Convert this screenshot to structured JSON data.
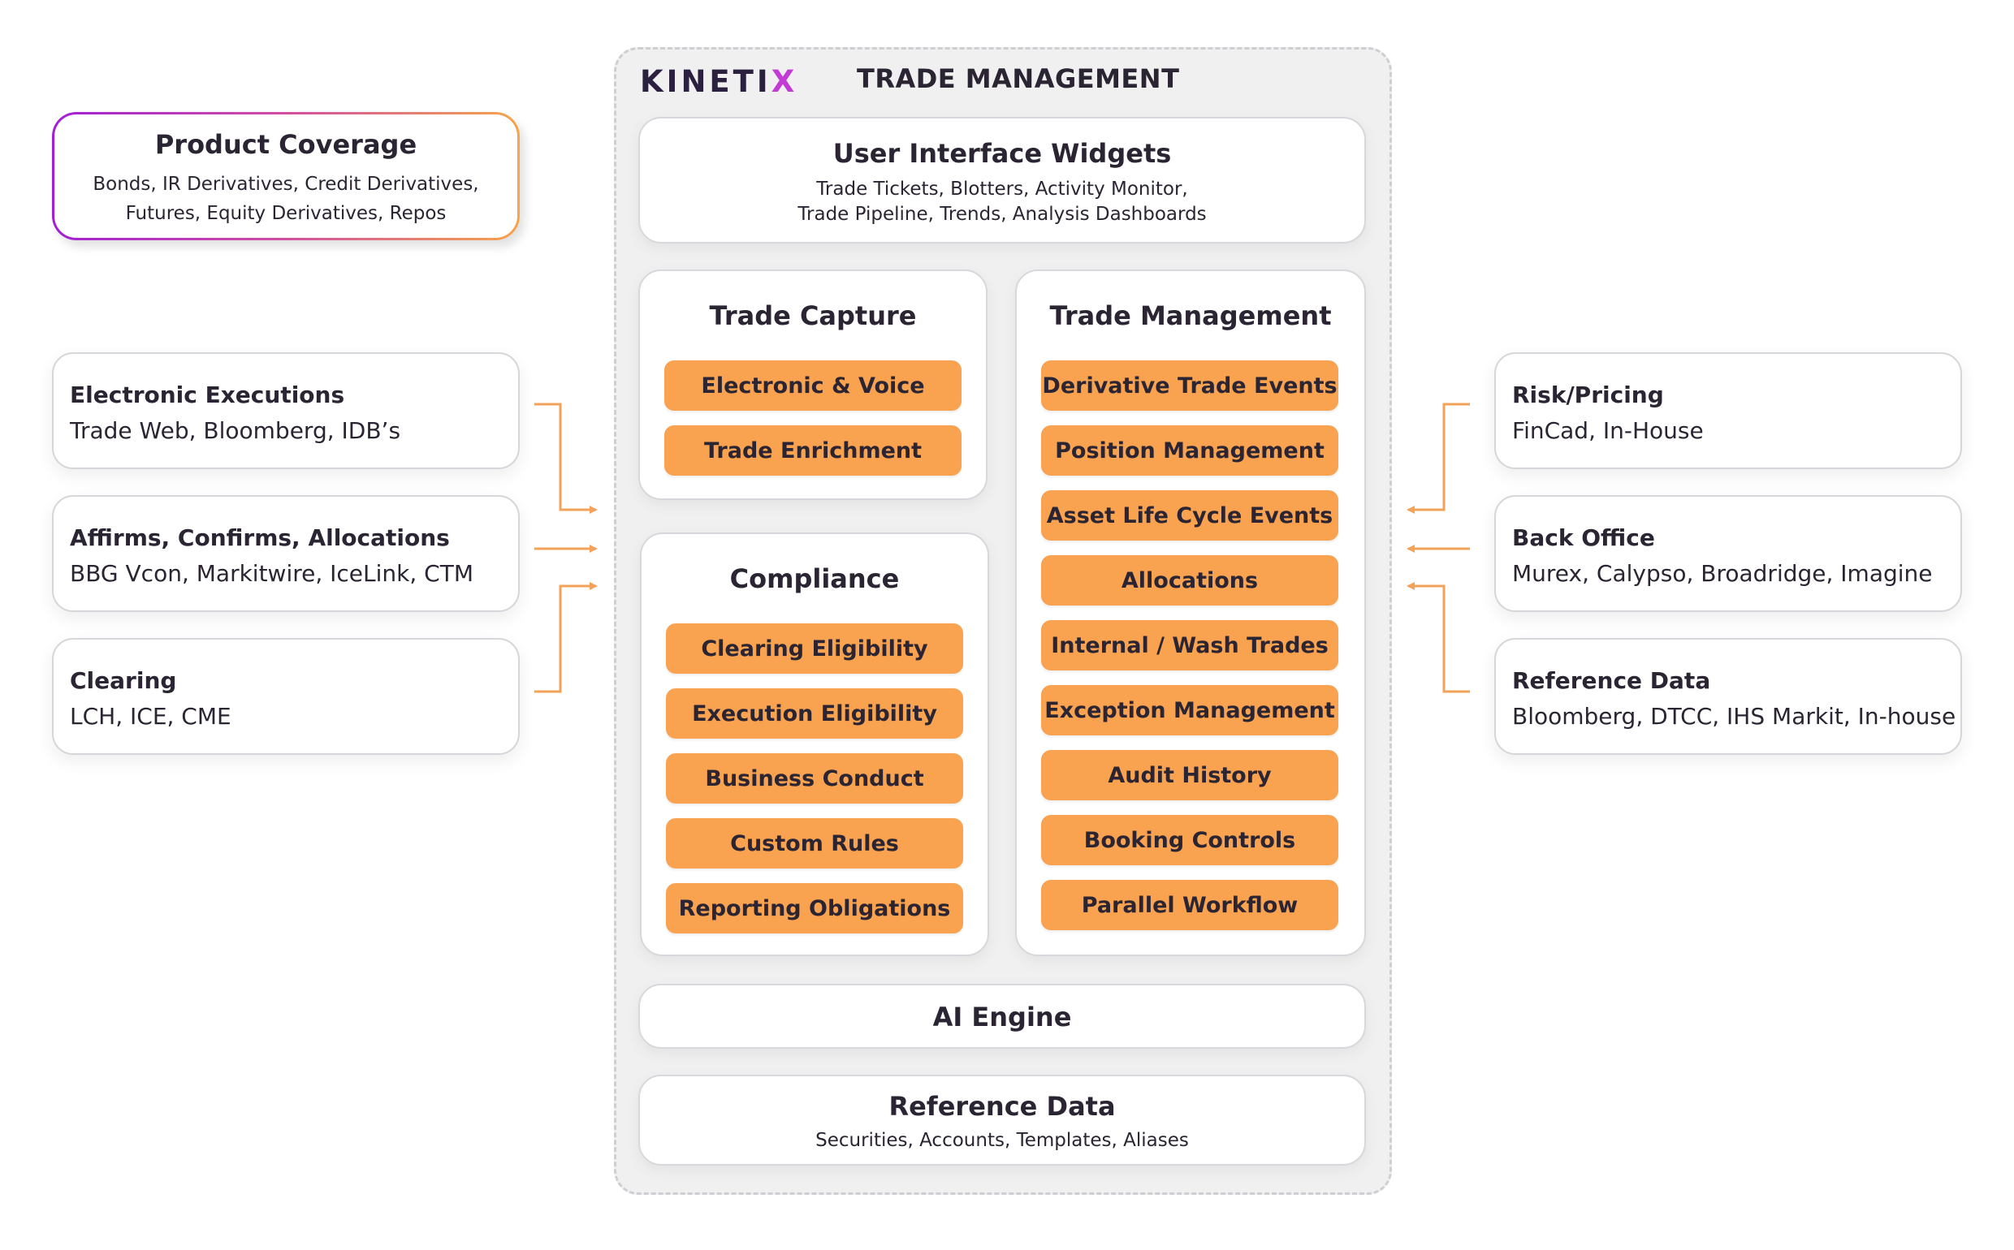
{
  "header": {
    "logo": "KINETIX",
    "title": "TRADE MANAGEMENT"
  },
  "product_coverage": {
    "title": "Product Coverage",
    "line1": "Bonds, IR Derivatives, Credit Derivatives,",
    "line2": "Futures, Equity Derivatives, Repos"
  },
  "widgets": {
    "title": "User Interface Widgets",
    "line1": "Trade Tickets, Blotters, Activity Monitor,",
    "line2": "Trade Pipeline, Trends, Analysis Dashboards"
  },
  "trade_capture": {
    "title": "Trade Capture",
    "items": [
      "Electronic & Voice",
      "Trade Enrichment"
    ]
  },
  "compliance": {
    "title": "Compliance",
    "items": [
      "Clearing Eligibility",
      "Execution Eligibility",
      "Business Conduct",
      "Custom Rules",
      "Reporting Obligations"
    ]
  },
  "trade_management": {
    "title": "Trade Management",
    "items": [
      "Derivative Trade Events",
      "Position Management",
      "Asset Life Cycle Events",
      "Allocations",
      "Internal / Wash Trades",
      "Exception Management",
      "Audit History",
      "Booking Controls",
      "Parallel Workflow"
    ]
  },
  "ai_engine": {
    "title": "AI Engine"
  },
  "reference_data_core": {
    "title": "Reference Data",
    "subtitle": "Securities, Accounts, Templates, Aliases"
  },
  "left_sources": [
    {
      "title": "Electronic Executions",
      "subtitle": "Trade Web, Bloomberg, IDB’s"
    },
    {
      "title": "Affirms, Confirms, Allocations",
      "subtitle": "BBG Vcon, Markitwire, IceLink, CTM"
    },
    {
      "title": "Clearing",
      "subtitle": "LCH, ICE, CME"
    }
  ],
  "right_sources": [
    {
      "title": "Risk/Pricing",
      "subtitle": "FinCad, In-House"
    },
    {
      "title": "Back Office",
      "subtitle": "Murex, Calypso, Broadridge, Imagine"
    },
    {
      "title": "Reference Data",
      "subtitle": "Bloomberg, DTCC, IHS Markit, In-house"
    }
  ],
  "colors": {
    "accent_orange": "#f9a24f",
    "connector_orange": "#f3a25a",
    "gradient_start": "#a21fd6",
    "gradient_end": "#f7a44a",
    "text": "#2b2533"
  }
}
